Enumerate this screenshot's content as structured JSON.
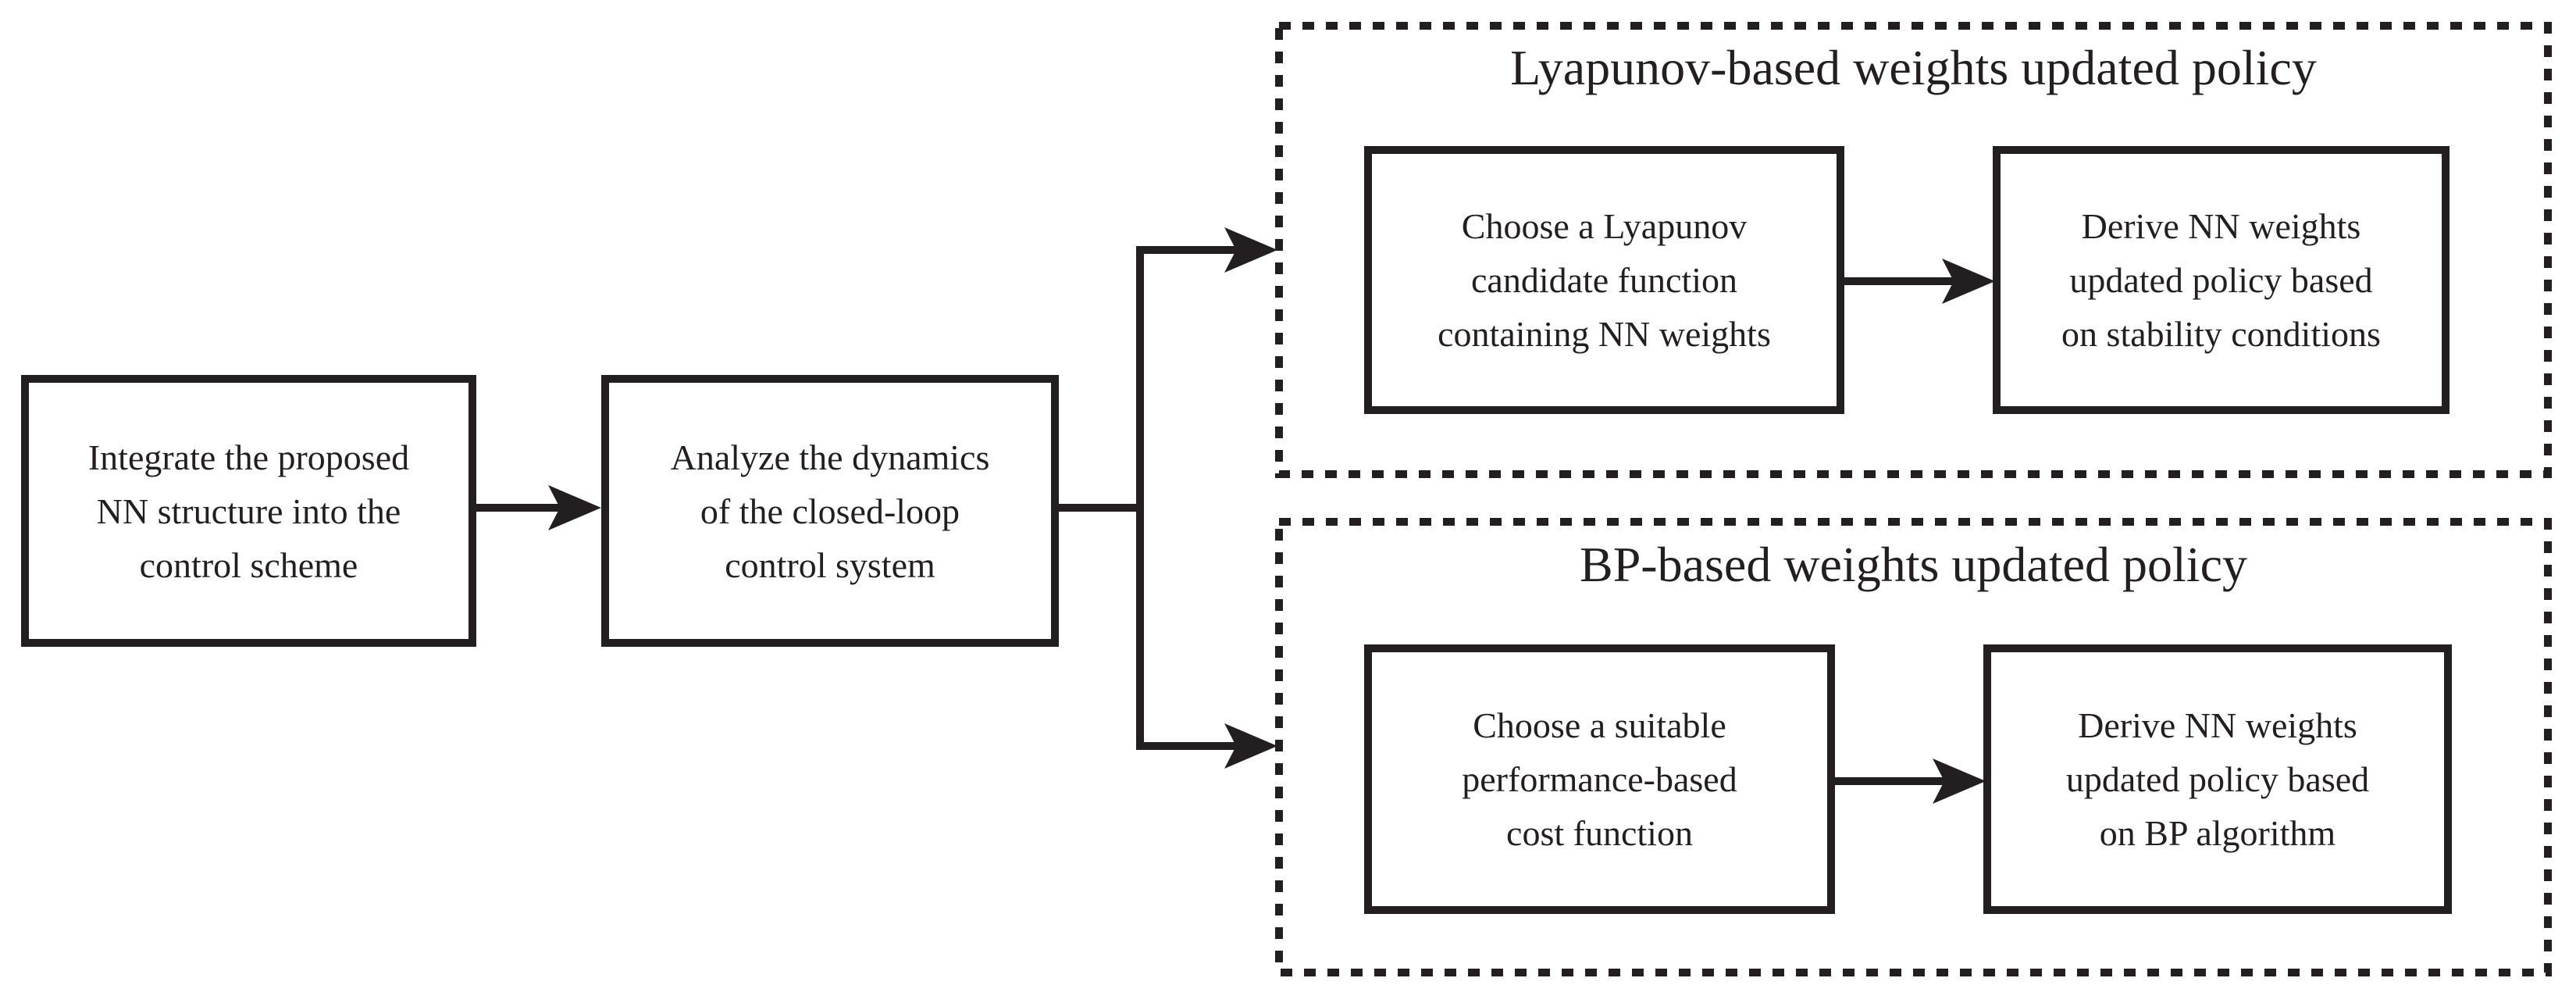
{
  "colors": {
    "ink": "#231F20",
    "background": "#FFFFFF"
  },
  "flow": {
    "step1": "Integrate the proposed\nNN structure into the\ncontrol scheme",
    "step2": "Analyze the dynamics\nof the closed-loop\ncontrol system"
  },
  "lyapunov_branch": {
    "title": "Lyapunov-based weights updated policy",
    "step1": "Choose a Lyapunov\ncandidate function\ncontaining NN weights",
    "step2": "Derive NN weights\nupdated policy based\non stability conditions"
  },
  "bp_branch": {
    "title": "BP-based weights updated policy",
    "step1": "Choose a suitable\nperformance-based\ncost function",
    "step2": "Derive NN weights\nupdated policy based\non BP algorithm"
  }
}
